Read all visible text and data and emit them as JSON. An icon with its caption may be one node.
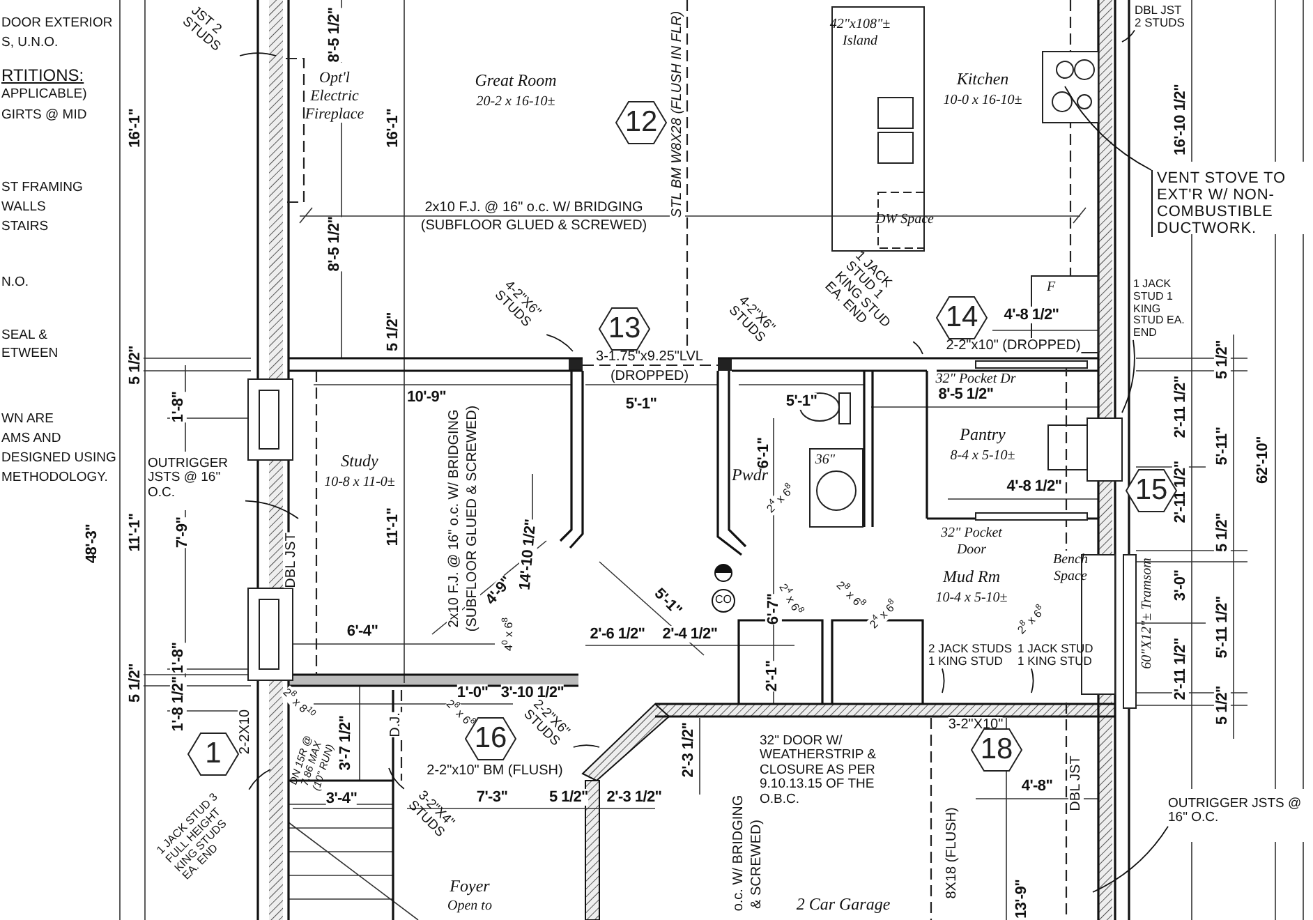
{
  "diagram": {
    "nodes": [
      {
        "text": [
          "12"
        ]
      },
      {
        "text": [
          "13"
        ]
      },
      {
        "text": [
          "14"
        ]
      },
      {
        "text": [
          "15"
        ]
      },
      {
        "text": [
          "1"
        ]
      },
      {
        "text": [
          "16"
        ]
      },
      {
        "text": [
          "18"
        ]
      },
      {
        "text": [
          "JST 2 STUDS"
        ]
      },
      {
        "text": [
          "DBL JST 2 STUDS"
        ]
      },
      {
        "text": [
          "VENT STOVE TO EXT'R W/ NON-COMBUSTIBLE DUCTWORK."
        ]
      },
      {
        "text": [
          "OUTRIGGER JSTS @ 16\" O.C."
        ]
      },
      {
        "text": [
          "4-2\"X6\" STUDS"
        ]
      },
      {
        "text": [
          "4-2\"X6\" STUDS"
        ]
      },
      {
        "text": [
          "1 JACK STUD 1 KING STUD EA. END"
        ]
      },
      {
        "text": [
          "1 JACK STUD 1 KING STUD EA. END"
        ]
      },
      {
        "text": [
          "1 JACK STUD 3 FULL HEIGHT KING STUDS EA. END"
        ]
      },
      {
        "text": [
          "2-2\"X6\" STUDS"
        ]
      },
      {
        "text": [
          "3-2\"X4\" STUDS"
        ]
      },
      {
        "text": [
          "2 JACK STUDS 1 KING STUD"
        ]
      },
      {
        "text": [
          "1 JACK STUD 1 KING STUD"
        ]
      },
      {
        "text": [
          "OUTRIGGER JSTS @ 16\" O.C."
        ]
      },
      {
        "text": [
          "32\" DOOR W/ WEATHERSTRIP & CLOSURE AS PER 9.10.13.15 OF THE O.B.C."
        ]
      }
    ],
    "edges": [
      {
        "from": 7,
        "to": null,
        "arrow": "none"
      },
      {
        "from": 8,
        "to": null,
        "arrow": "none"
      },
      {
        "from": 9,
        "to": null,
        "arrow": "none"
      },
      {
        "from": 10,
        "to": null,
        "arrow": "none"
      },
      {
        "from": 11,
        "to": null,
        "arrow": "none"
      },
      {
        "from": 12,
        "to": null,
        "arrow": "none"
      },
      {
        "from": 13,
        "to": null,
        "arrow": "none"
      },
      {
        "from": 14,
        "to": null,
        "arrow": "none"
      },
      {
        "from": 15,
        "to": null,
        "arrow": "none"
      },
      {
        "from": 16,
        "to": null,
        "arrow": "none"
      },
      {
        "from": 17,
        "to": null,
        "arrow": "none"
      },
      {
        "from": 18,
        "to": null,
        "arrow": "none"
      },
      {
        "from": 19,
        "to": null,
        "arrow": "none"
      },
      {
        "from": 20,
        "to": null,
        "arrow": "none"
      }
    ],
    "labels": [
      "DOOR EXTERIOR",
      "S, U.N.O.",
      "RTITIONS:",
      "APPLICABLE)",
      "GIRTS @ MID",
      "ST FRAMING",
      "WALLS",
      "STAIRS",
      "N.O.",
      "SEAL &",
      "ETWEEN",
      "WN ARE",
      "AMS AND",
      "DESIGNED USING",
      "METHODOLOGY.",
      "Opt'l Electric Fireplace",
      "Great Room",
      "20-2 x 16-10±",
      "42\"x108\"± Island",
      "Kitchen",
      "10-0 x 16-10±",
      "DW Space",
      "F",
      "Study",
      "10-8 x 11-0±",
      "Pwdr",
      "36\"",
      "32\" Pocket Dr",
      "Pantry",
      "8-4 x 5-10±",
      "32\" Pocket Door",
      "Mud Rm",
      "10-4 x 5-10±",
      "Bench Space",
      "60\"X12\"± Tramsom",
      "Foyer",
      "Open to",
      "2 Car Garage",
      "2x10 F.J. @ 16\" o.c. W/ BRIDGING",
      "(SUBFLOOR GLUED & SCREWED)",
      "STL BM W8X28 (FLUSH IN FLR)",
      "3-1.75\"x9.25\"LVL",
      "(DROPPED)",
      "2-2\"x10\" (DROPPED)",
      "2x10 F.J. @ 16\" o.c. W/ BRIDGING",
      "(SUBFLOOR GLUED & SCREWED)",
      "DBL JST",
      "2-2X10",
      "D.J.",
      "DN 15R @ 7.86 MAX (10\" RUN)",
      "2-2\"x10\" BM (FLUSH)",
      "3-2\"X10\"",
      "DBL JST",
      "o.c. W/ BRIDGING",
      "& SCREWED)",
      "8X18 (FLUSH)",
      "8'-5 1/2\"",
      "16'-1\"",
      "16'-1\"",
      "8'-5 1/2\"",
      "5 1/2\"",
      "5 1/2\"",
      "1'-8\"",
      "10'-9\"",
      "5'-1\"",
      "5'-1\"",
      "6'-1\"",
      "8'-5 1/2\"",
      "4'-8 1/2\"",
      "16'-10 1/2\"",
      "5 1/2\"",
      "2'-11 1/2\"",
      "5'-11\"",
      "62'-10\"",
      "2'-11 1/2\"",
      "4'-8 1/2\"",
      "5 1/2\"",
      "3'-0\"",
      "5'-11 1/2\"",
      "2'-11 1/2\"",
      "5 1/2\"",
      "48'-3\"",
      "11'-1\"",
      "7'-9\"",
      "11'-1\"",
      "14'-10 1/2\"",
      "4'-9\"",
      "5'-1\"",
      "6'-4\"",
      "2'-6 1/2\"",
      "2'-4 1/2\"",
      "6'-7\"",
      "2'-1\"",
      "1'-8\"",
      "5 1/2\"",
      "1'-8 1/2\"",
      "3'-7 1/2\"",
      "1'-0\"",
      "3'-10 1/2\"",
      "2'-3 1/2\"",
      "3'-4\"",
      "7'-3\"",
      "5 1/2\"",
      "2'-3 1/2\"",
      "4'-8\"",
      "13'-9\"",
      "2$^{8}$ x 8$^{10}$",
      "2$^{8}$ x 6$^{8}$",
      "4$^{0}$ x 6$^{8}$",
      "2$^{4}$ x 6$^{8}$",
      "2$^{8}$ x 6$^{8}$",
      "2$^{4}$ x 6$^{8}$",
      "2$^{4}$ x 6$^{8}$",
      "2$^{8}$ x 6$^{8}$",
      "CO"
    ]
  }
}
